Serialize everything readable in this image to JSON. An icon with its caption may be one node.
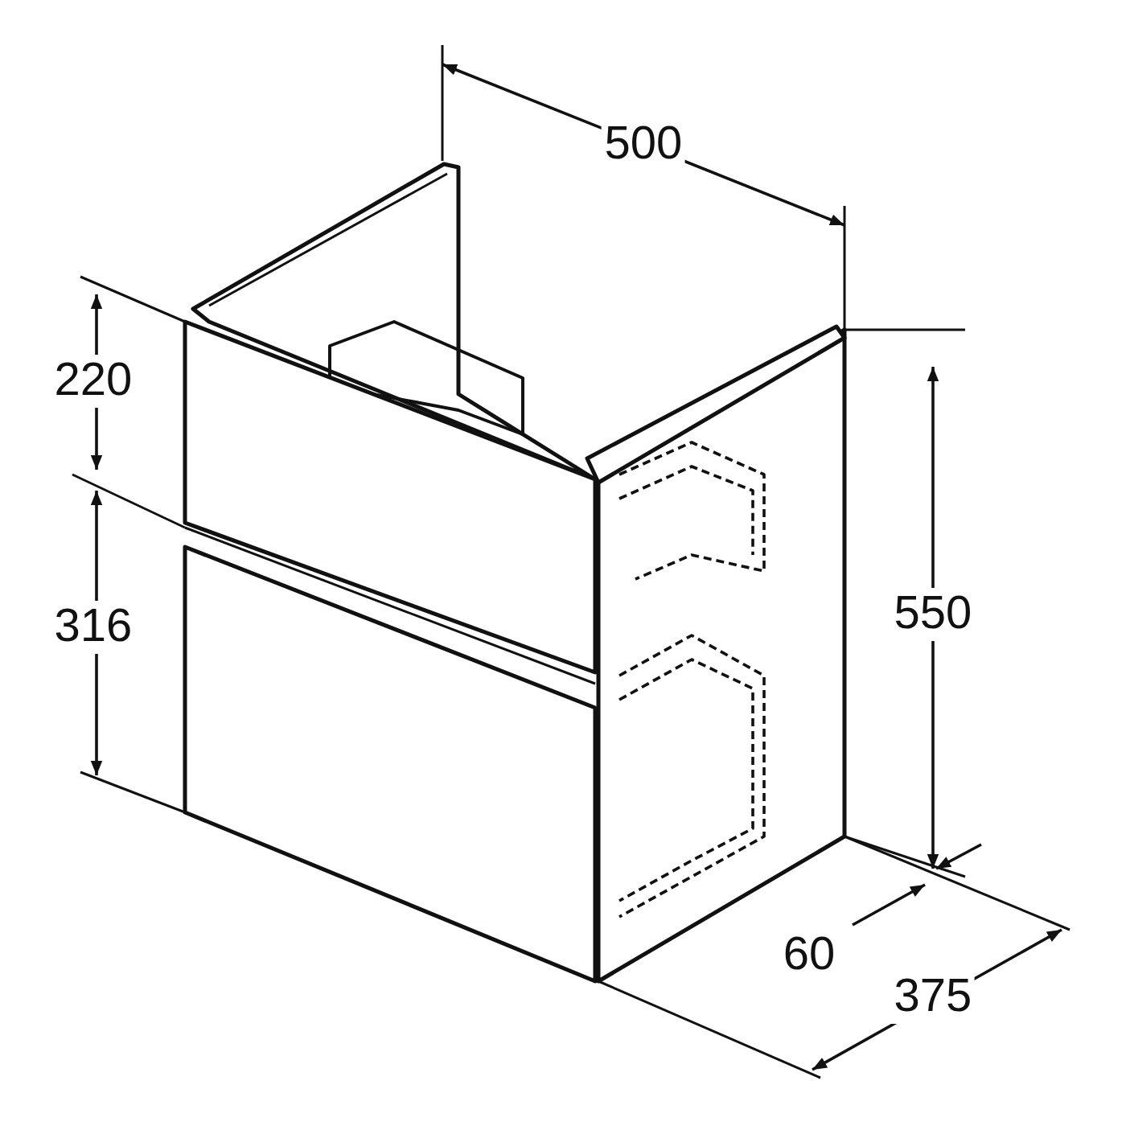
{
  "diagram": {
    "labels": [
      "500",
      "220",
      "316",
      "550",
      "60",
      "375"
    ]
  }
}
